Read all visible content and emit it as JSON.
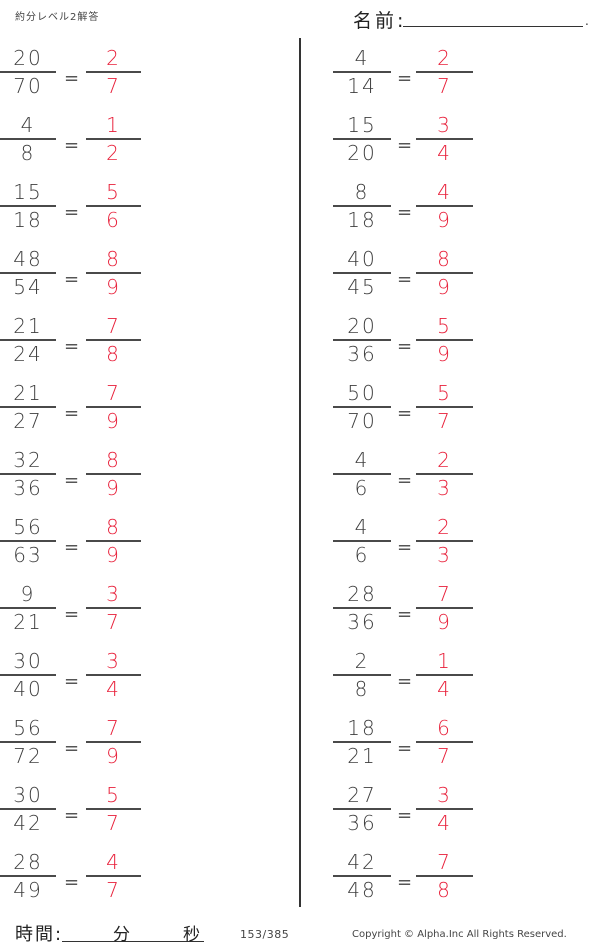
{
  "header": {
    "title": "約分レベル2解答",
    "name_label": "名前:",
    "name_end": "."
  },
  "colors": {
    "question": "#3e3e3e",
    "answer": "#e8203a",
    "line": "#333333"
  },
  "left": [
    {
      "q_num": "20",
      "q_den": "70",
      "eq": "=",
      "a_num": "2",
      "a_den": "7"
    },
    {
      "q_num": "4",
      "q_den": "8",
      "eq": "=",
      "a_num": "1",
      "a_den": "2"
    },
    {
      "q_num": "15",
      "q_den": "18",
      "eq": "=",
      "a_num": "5",
      "a_den": "6"
    },
    {
      "q_num": "48",
      "q_den": "54",
      "eq": "=",
      "a_num": "8",
      "a_den": "9"
    },
    {
      "q_num": "21",
      "q_den": "24",
      "eq": "=",
      "a_num": "7",
      "a_den": "8"
    },
    {
      "q_num": "21",
      "q_den": "27",
      "eq": "=",
      "a_num": "7",
      "a_den": "9"
    },
    {
      "q_num": "32",
      "q_den": "36",
      "eq": "=",
      "a_num": "8",
      "a_den": "9"
    },
    {
      "q_num": "56",
      "q_den": "63",
      "eq": "=",
      "a_num": "8",
      "a_den": "9"
    },
    {
      "q_num": "9",
      "q_den": "21",
      "eq": "=",
      "a_num": "3",
      "a_den": "7"
    },
    {
      "q_num": "30",
      "q_den": "40",
      "eq": "=",
      "a_num": "3",
      "a_den": "4"
    },
    {
      "q_num": "56",
      "q_den": "72",
      "eq": "=",
      "a_num": "7",
      "a_den": "9"
    },
    {
      "q_num": "30",
      "q_den": "42",
      "eq": "=",
      "a_num": "5",
      "a_den": "7"
    },
    {
      "q_num": "28",
      "q_den": "49",
      "eq": "=",
      "a_num": "4",
      "a_den": "7"
    }
  ],
  "right": [
    {
      "q_num": "4",
      "q_den": "14",
      "eq": "=",
      "a_num": "2",
      "a_den": "7"
    },
    {
      "q_num": "15",
      "q_den": "20",
      "eq": "=",
      "a_num": "3",
      "a_den": "4"
    },
    {
      "q_num": "8",
      "q_den": "18",
      "eq": "=",
      "a_num": "4",
      "a_den": "9"
    },
    {
      "q_num": "40",
      "q_den": "45",
      "eq": "=",
      "a_num": "8",
      "a_den": "9"
    },
    {
      "q_num": "20",
      "q_den": "36",
      "eq": "=",
      "a_num": "5",
      "a_den": "9"
    },
    {
      "q_num": "50",
      "q_den": "70",
      "eq": "=",
      "a_num": "5",
      "a_den": "7"
    },
    {
      "q_num": "4",
      "q_den": "6",
      "eq": "=",
      "a_num": "2",
      "a_den": "3"
    },
    {
      "q_num": "4",
      "q_den": "6",
      "eq": "=",
      "a_num": "2",
      "a_den": "3"
    },
    {
      "q_num": "28",
      "q_den": "36",
      "eq": "=",
      "a_num": "7",
      "a_den": "9"
    },
    {
      "q_num": "2",
      "q_den": "8",
      "eq": "=",
      "a_num": "1",
      "a_den": "4"
    },
    {
      "q_num": "18",
      "q_den": "21",
      "eq": "=",
      "a_num": "6",
      "a_den": "7"
    },
    {
      "q_num": "27",
      "q_den": "36",
      "eq": "=",
      "a_num": "3",
      "a_den": "4"
    },
    {
      "q_num": "42",
      "q_den": "48",
      "eq": "=",
      "a_num": "7",
      "a_den": "8"
    }
  ],
  "footer": {
    "time_label": "時間:",
    "minutes_label": "分",
    "seconds_label": "秒",
    "page": "153/385",
    "copyright": "Copyright ©  Alpha.Inc All Rights Reserved."
  }
}
